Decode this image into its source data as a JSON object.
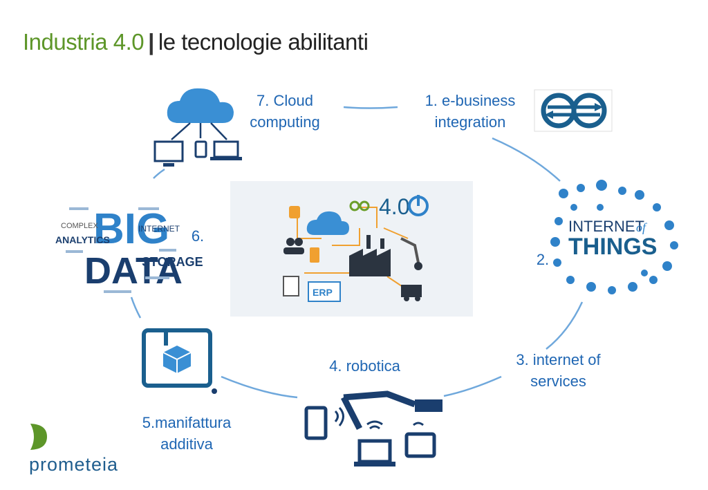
{
  "title": {
    "part1": "Industria 4.0",
    "separator": "|",
    "part2": "le tecnologie abilitanti"
  },
  "nodes": [
    {
      "id": "cloud",
      "label_line1": "7. Cloud",
      "label_line2": "computing"
    },
    {
      "id": "ebusiness",
      "label_line1": "1. e-business",
      "label_line2": "integration"
    },
    {
      "id": "iot",
      "label_line1": "2.",
      "label_line2": ""
    },
    {
      "id": "ios",
      "label_line1": "3. internet of",
      "label_line2": "services"
    },
    {
      "id": "robotics",
      "label_line1": "4. robotica",
      "label_line2": ""
    },
    {
      "id": "additive",
      "label_line1": "5.manifattura",
      "label_line2": "additiva"
    },
    {
      "id": "bigdata",
      "label_line1": "6.",
      "label_line2": ""
    }
  ],
  "center": {
    "badge": "4.0",
    "erp_label": "ERP"
  },
  "iot_art": {
    "line1": "INTERNET",
    "of": "of",
    "line2": "THINGS"
  },
  "bigdata_art": {
    "big": "BIG",
    "data": "DATA",
    "w_analytics": "ANALYTICS",
    "w_complex": "COMPLEX",
    "w_storage": "STORAGE",
    "w_internet": "INTERNET"
  },
  "brand": {
    "name": "prometeia"
  },
  "colors": {
    "title_green": "#5d9629",
    "label_blue": "#1f66b3",
    "arc_blue": "#6fa8dc",
    "icon_navy": "#1a3e6e",
    "icon_sky": "#3a8fd4"
  }
}
